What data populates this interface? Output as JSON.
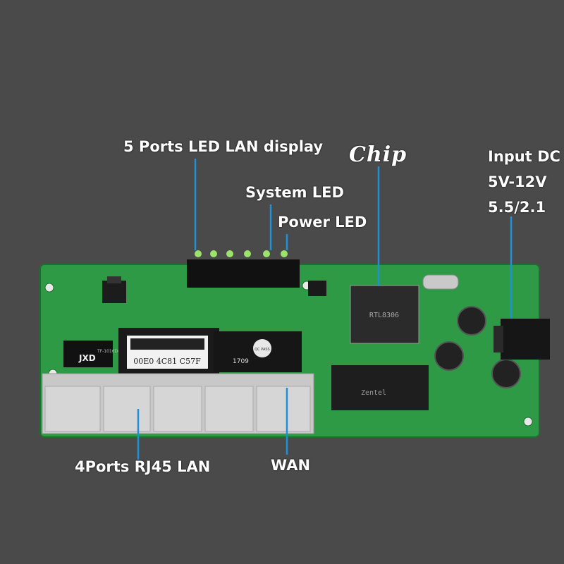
{
  "labels": {
    "ports_led": "5 Ports LED LAN display",
    "system_led": "System LED",
    "power_led": "Power LED",
    "chip": "Chip",
    "input_dc": [
      "Input DC",
      "5V-12V",
      "5.5/2.1"
    ],
    "lan": "4Ports RJ45 LAN",
    "wan": "WAN"
  },
  "board_text": {
    "mac_sticker": "00E0 4C81 C57F",
    "chip_marking": "RTL8306",
    "ram_marking": "Zentel",
    "transformer_left": "JXD",
    "transformer_left_sub": "TF-1016DG",
    "transformer_right": "1709",
    "qc_sticker": "QC PASS"
  },
  "colors": {
    "background": "#4a4a4a",
    "pcb": "#2f9a46",
    "pointer_line": "#1f8fd6",
    "label_text": "#ffffff"
  }
}
